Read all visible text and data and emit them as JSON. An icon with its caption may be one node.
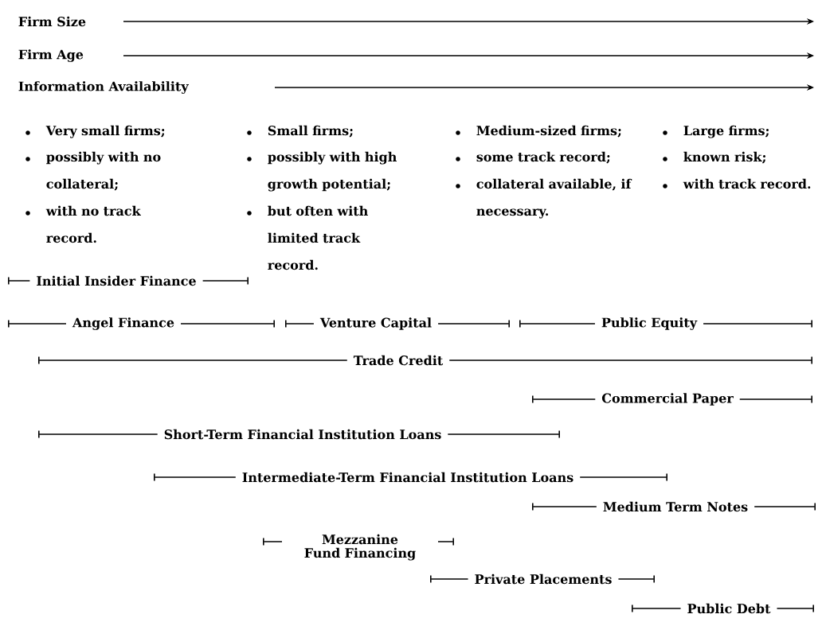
{
  "diagram": {
    "labels": [
      "Firm Size",
      "Firm Age",
      "Information Availability",
      "Very small firms;",
      "possibly with no collateral;",
      "with no track record.",
      "Small firms;",
      "possibly with high growth potential;",
      "but often with limited track record.",
      "Medium-sized firms;",
      "some track record;",
      "collateral available, if necessary.",
      "Large firms;",
      "known risk;",
      "with track record.",
      "Initial Insider Finance",
      "Angel Finance",
      "Venture Capital",
      "Public Equity",
      "Trade Credit",
      "Commercial Paper",
      "Short-Term Financial Institution Loans",
      "Intermediate-Term Financial Institution Loans",
      "Medium Term Notes",
      "Mezzanine Fund Financing",
      "Private Placements",
      "Public Debt"
    ]
  }
}
